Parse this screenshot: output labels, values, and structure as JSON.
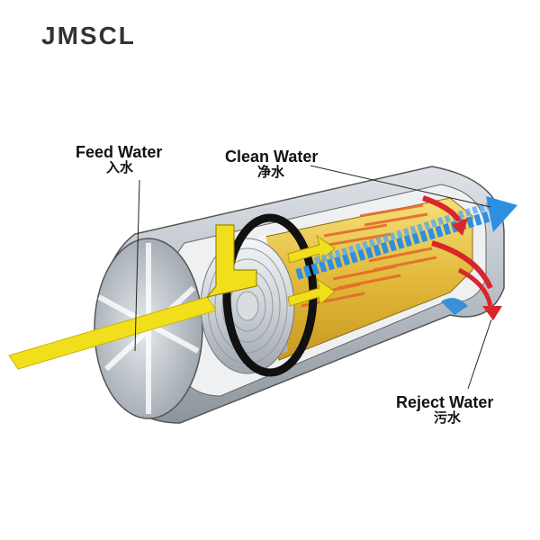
{
  "brand": {
    "name": "JMSCL"
  },
  "labels": {
    "feed_water_en": "Feed Water",
    "feed_water_cn": "入水",
    "clean_water_en": "Clean Water",
    "clean_water_cn": "净水",
    "reject_water_en": "Reject Water",
    "reject_water_cn": "污水"
  },
  "colors": {
    "feed_water": "#f2df1c",
    "clean_water": "#2e8fe0",
    "reject_water": "#d8262a",
    "housing": "#b9c0c8",
    "core": "#e8c84a"
  }
}
